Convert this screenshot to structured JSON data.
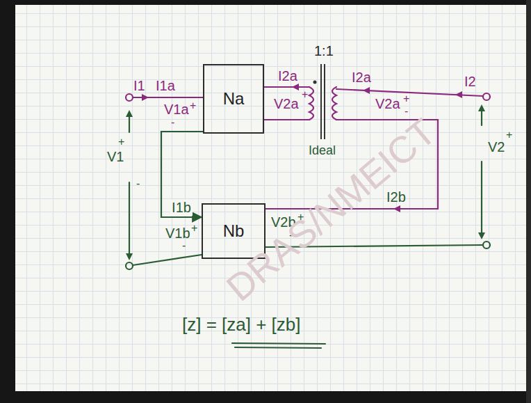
{
  "diagram": {
    "nodes": [
      {
        "text": [
          "Na"
        ]
      },
      {
        "text": [
          "Nb"
        ]
      }
    ],
    "edges": [
      {
        "from": 0,
        "to": 1,
        "arrow": "to",
        "label": "I1b"
      }
    ],
    "labels": [
      "I1",
      "I1a",
      "V1a",
      "+",
      "-",
      "I2a",
      "V2a",
      "+",
      "1:1",
      "I2a",
      "V2a",
      "+",
      "-",
      "I2",
      "V2",
      "+",
      "V1",
      "+",
      "-",
      "Ideal",
      "V1b",
      "+",
      "-",
      "I2b",
      "V2b",
      "+",
      "-",
      "[z] = [za] + [zb]",
      "DRAS/NMEICT"
    ]
  }
}
